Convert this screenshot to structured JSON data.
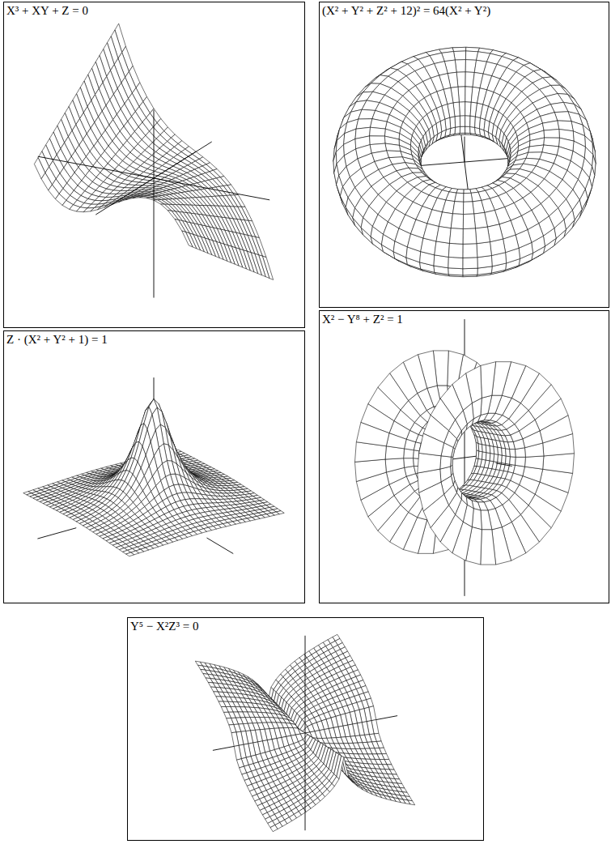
{
  "diagram": {
    "nodes": [
      {
        "text": [
          "X³ + XY + Z = 0"
        ]
      },
      {
        "text": [
          "(X² + Y² + Z² + 12)² = 64(X² + Y²)"
        ]
      },
      {
        "text": [
          "Z · (X² + Y² + 1) = 1"
        ]
      },
      {
        "text": [
          "X² − Y⁸ + Z² = 1"
        ]
      },
      {
        "text": [
          "Y⁵ − X²Z³ = 0"
        ]
      }
    ]
  }
}
